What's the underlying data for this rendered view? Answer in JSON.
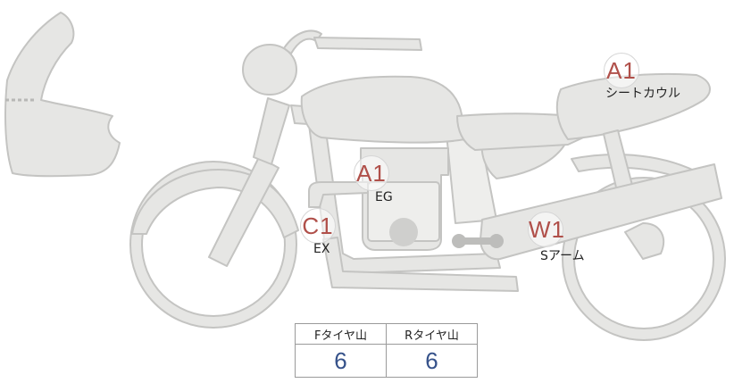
{
  "markers": [
    {
      "id": "seat-cowl",
      "code": "A1",
      "label": "シートカウル"
    },
    {
      "id": "engine",
      "code": "A1",
      "label": "EG"
    },
    {
      "id": "exhaust",
      "code": "C1",
      "label": "EX"
    },
    {
      "id": "swingarm",
      "code": "W1",
      "label": "Sアーム"
    }
  ],
  "tire_table": {
    "headers": [
      "Fタイヤ山",
      "Rタイヤ山"
    ],
    "values": [
      "6",
      "6"
    ]
  },
  "colors": {
    "part_fill": "#e6e6e4",
    "part_stroke": "#c4c4c2",
    "marker_code": "#b0504a",
    "table_value": "#36528a"
  }
}
